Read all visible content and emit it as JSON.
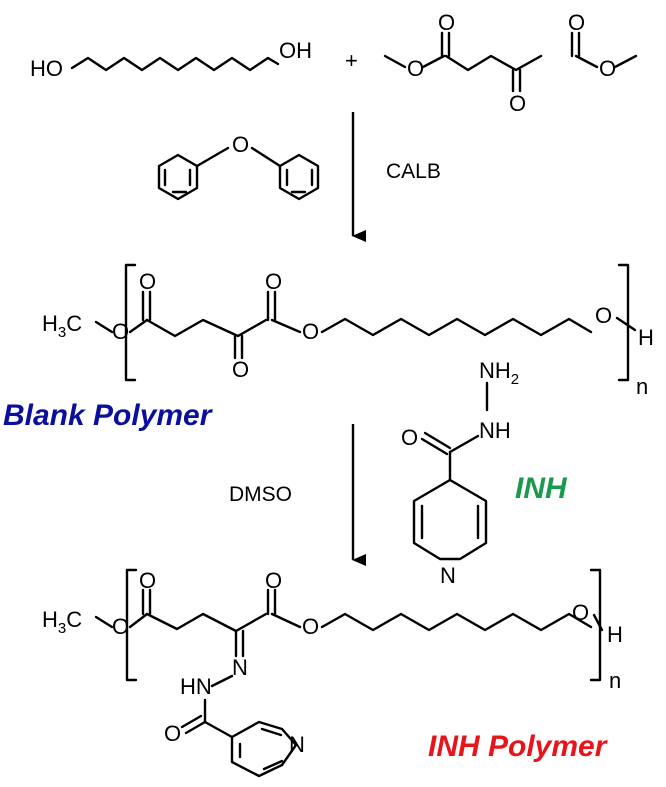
{
  "colors": {
    "blank_polymer": "#0a109c",
    "inh": "#1a9a4c",
    "inh_polymer": "#e8141a"
  },
  "reagents": {
    "plus": "+",
    "condition_1": "CALB",
    "condition_2": "DMSO"
  },
  "atoms": {
    "HO": "HO",
    "OH": "OH",
    "O": "O",
    "N": "N",
    "NH": "NH",
    "NH2_main": "NH",
    "NH2_sub": "2",
    "H3C_main": "H",
    "H3C_sub": "3",
    "H3C_c": "C",
    "H": "H",
    "n": "n",
    "HN": "HN"
  },
  "labels": {
    "blank_polymer": "Blank Polymer",
    "inh": "INH",
    "inh_polymer": "INH Polymer"
  }
}
